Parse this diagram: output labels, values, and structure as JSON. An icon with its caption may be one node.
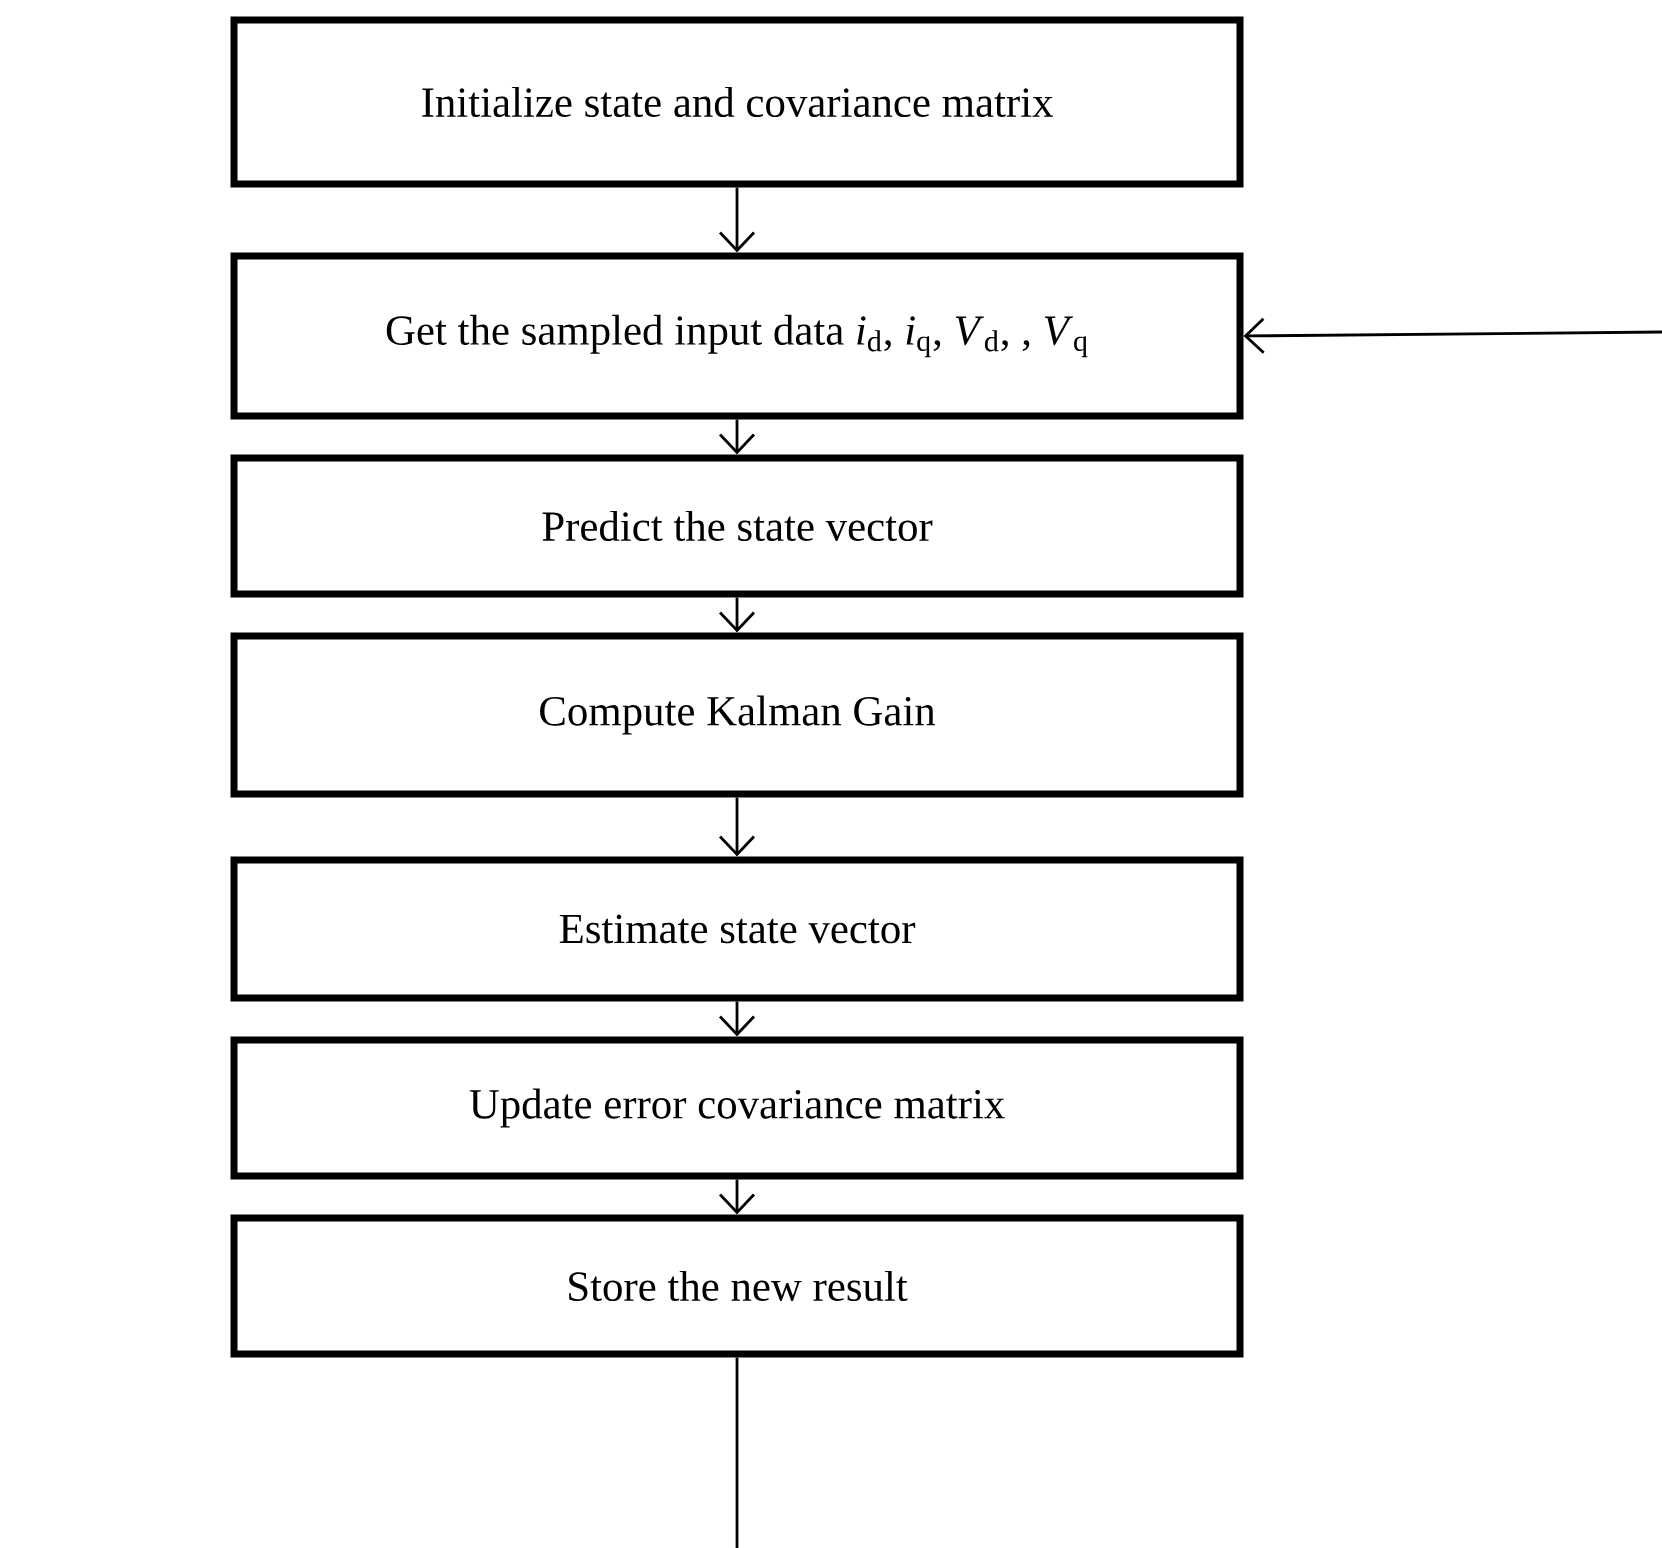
{
  "diagram": {
    "nodes": [
      {
        "text": [
          "Initialize state and covariance matrix"
        ]
      },
      {
        "text": [
          "Get the sampled input data *i*$_{d}$, *i*$_{q}$, *V*$_{d}$, , *V*$_{q}$"
        ]
      },
      {
        "text": [
          "Predict the state vector"
        ]
      },
      {
        "text": [
          "Compute Kalman Gain"
        ]
      },
      {
        "text": [
          "Estimate state vector"
        ]
      },
      {
        "text": [
          "Update error covariance matrix"
        ]
      },
      {
        "text": [
          "Store the new result"
        ]
      }
    ],
    "edges": [
      {
        "from": 0,
        "to": 1,
        "arrow": "to"
      },
      {
        "from": null,
        "to": 1,
        "arrow": "to"
      },
      {
        "from": 1,
        "to": 2,
        "arrow": "to"
      },
      {
        "from": 2,
        "to": 3,
        "arrow": "to"
      },
      {
        "from": 3,
        "to": 4,
        "arrow": "to"
      },
      {
        "from": 4,
        "to": 5,
        "arrow": "to"
      },
      {
        "from": 5,
        "to": 6,
        "arrow": "to"
      },
      {
        "from": 6,
        "to": null,
        "arrow": "none"
      }
    ]
  }
}
